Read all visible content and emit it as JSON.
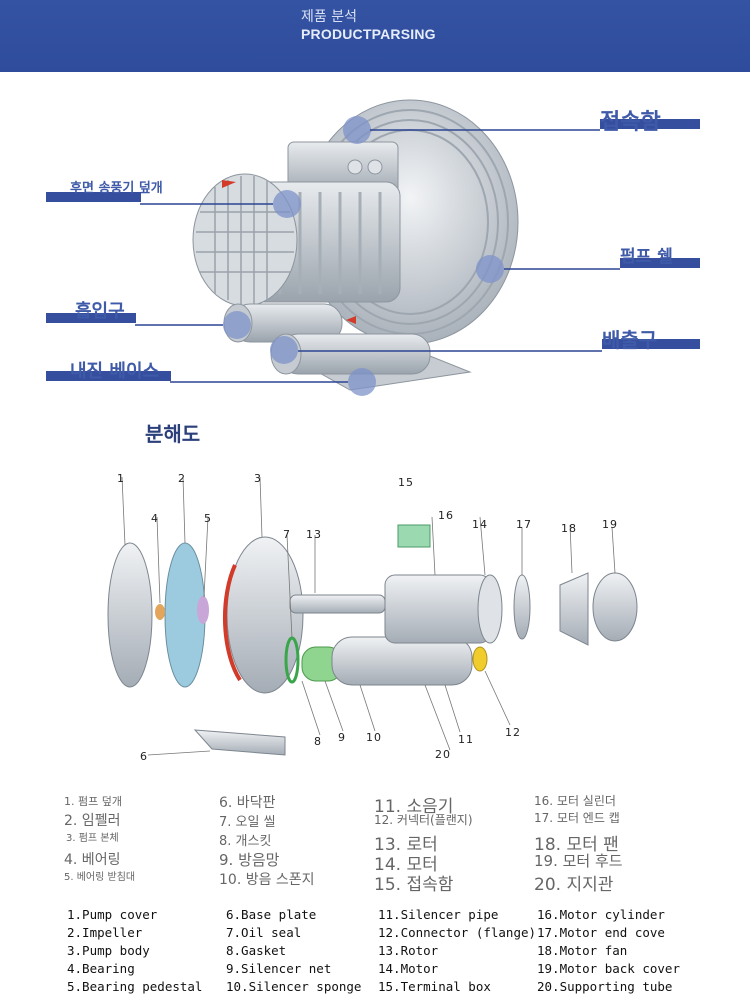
{
  "header": {
    "title_ko": "제품 분석",
    "title_en": "PRODUCTPARSING"
  },
  "hero": {
    "callouts": {
      "rear_cover": "후면 송풍기 덮개",
      "inlet": "흡입구",
      "base": "내진 베이스",
      "housing": "접속함",
      "pump_shell": "펌프 쉘",
      "outlet": "배출구"
    }
  },
  "exploded_title": "분해도",
  "part_numbers": [
    "1",
    "2",
    "3",
    "4",
    "5",
    "6",
    "7",
    "8",
    "9",
    "10",
    "11",
    "12",
    "13",
    "14",
    "15",
    "16",
    "17",
    "18",
    "19",
    "20"
  ],
  "ko_legend": {
    "c1": [
      "1. 펌프 덮개",
      "2. 임펠러",
      "3. 펌프 본체",
      "4. 베어링",
      "5. 베어링 받침대"
    ],
    "c2": [
      "6. 바닥판",
      "7. 오일 씰",
      "8. 개스킷",
      "9. 방음망",
      "10. 방음 스폰지"
    ],
    "c3": [
      "11. 소음기",
      "12. 커넥터(플랜지)",
      "13. 로터",
      "14. 모터",
      "15. 접속함"
    ],
    "c4": [
      "16. 모터 실린더",
      "17. 모터 엔드 캡",
      "18. 모터 팬",
      "19. 모터 후드",
      "20. 지지관"
    ]
  },
  "en_legend": {
    "c1": [
      "1.Pump cover",
      "2.Impeller",
      "3.Pump body",
      "4.Bearing",
      "5.Bearing pedestal"
    ],
    "c2": [
      "6.Base plate",
      "7.Oil seal",
      "8.Gasket",
      "9.Silencer net",
      "10.Silencer sponge"
    ],
    "c3": [
      "11.Silencer pipe",
      "12.Connector (flange)",
      "13.Rotor",
      "14.Motor",
      "15.Terminal box"
    ],
    "c4": [
      "16.Motor cylinder",
      "17.Motor end cove",
      "18.Motor fan",
      "19.Motor back cover",
      "20.Supporting tube"
    ]
  },
  "colors": {
    "banner": "#3553a3",
    "accent": "#354f9e",
    "callout_text": "#3e5aa8"
  }
}
